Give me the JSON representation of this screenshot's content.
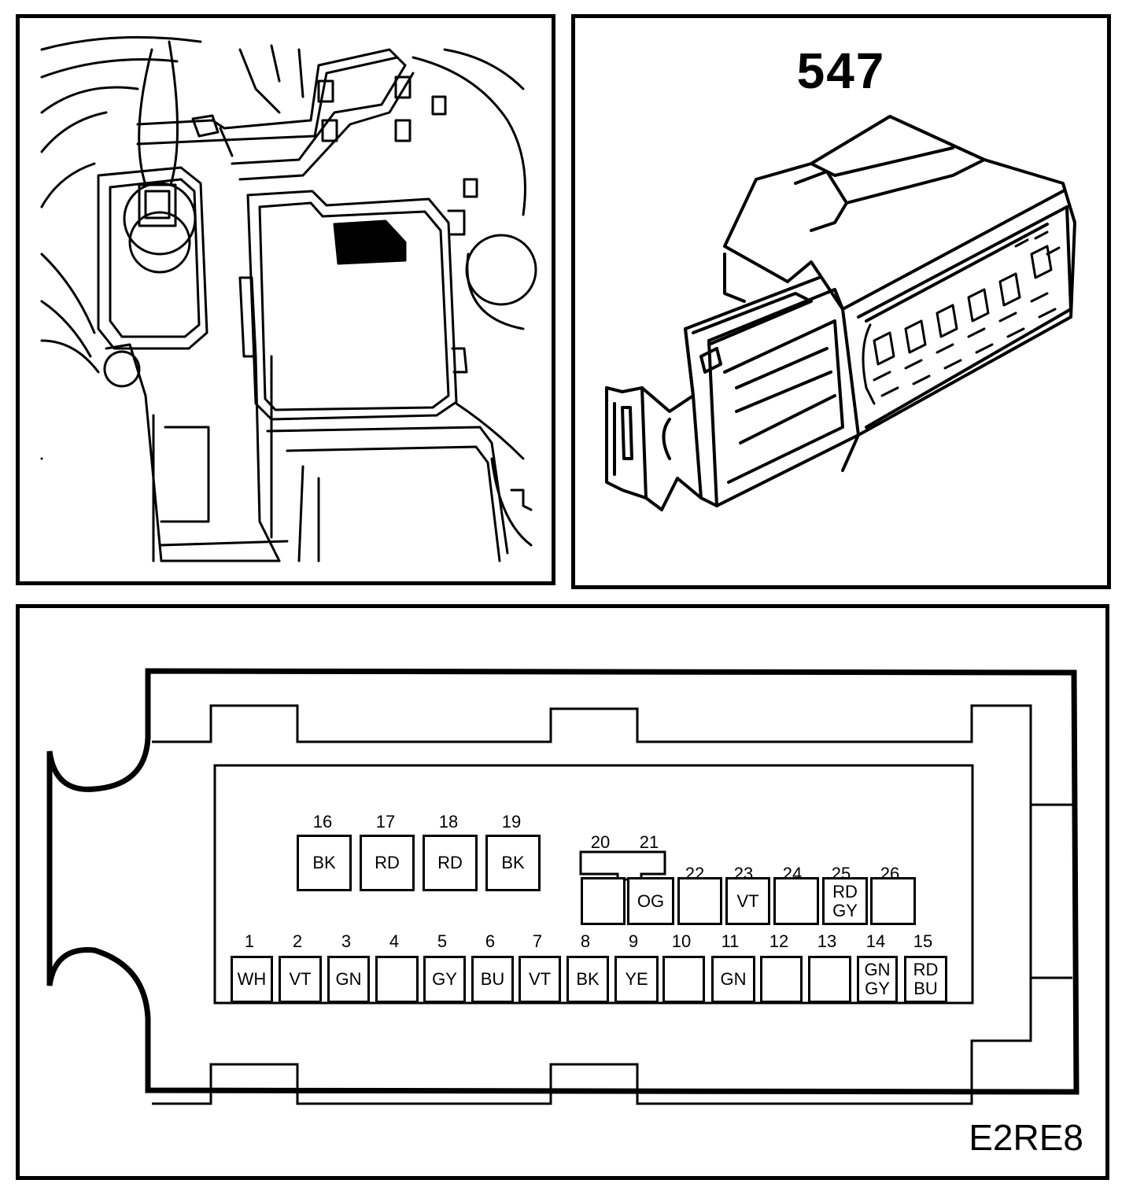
{
  "connector": {
    "id": "547"
  },
  "diagram_code": "E2RE8",
  "pins_bottom_row": [
    {
      "number": "1",
      "colors": [
        "WH"
      ]
    },
    {
      "number": "2",
      "colors": [
        "VT"
      ]
    },
    {
      "number": "3",
      "colors": [
        "GN"
      ]
    },
    {
      "number": "4",
      "colors": []
    },
    {
      "number": "5",
      "colors": [
        "GY"
      ]
    },
    {
      "number": "6",
      "colors": [
        "BU"
      ]
    },
    {
      "number": "7",
      "colors": [
        "VT"
      ]
    },
    {
      "number": "8",
      "colors": [
        "BK"
      ]
    },
    {
      "number": "9",
      "colors": [
        "YE"
      ]
    },
    {
      "number": "10",
      "colors": []
    },
    {
      "number": "11",
      "colors": [
        "GN"
      ]
    },
    {
      "number": "12",
      "colors": []
    },
    {
      "number": "13",
      "colors": []
    },
    {
      "number": "14",
      "colors": [
        "GN",
        "GY"
      ]
    },
    {
      "number": "15",
      "colors": [
        "RD",
        "BU"
      ]
    }
  ],
  "pins_top_left": [
    {
      "number": "16",
      "colors": [
        "BK"
      ]
    },
    {
      "number": "17",
      "colors": [
        "RD"
      ]
    },
    {
      "number": "18",
      "colors": [
        "RD"
      ]
    },
    {
      "number": "19",
      "colors": [
        "BK"
      ]
    }
  ],
  "pins_top_right": [
    {
      "number": "20",
      "colors": []
    },
    {
      "number": "21",
      "colors": [
        "OG"
      ]
    },
    {
      "number": "22",
      "colors": []
    },
    {
      "number": "23",
      "colors": [
        "VT"
      ]
    },
    {
      "number": "24",
      "colors": []
    },
    {
      "number": "25",
      "colors": [
        "RD",
        "GY"
      ]
    },
    {
      "number": "26",
      "colors": []
    }
  ]
}
